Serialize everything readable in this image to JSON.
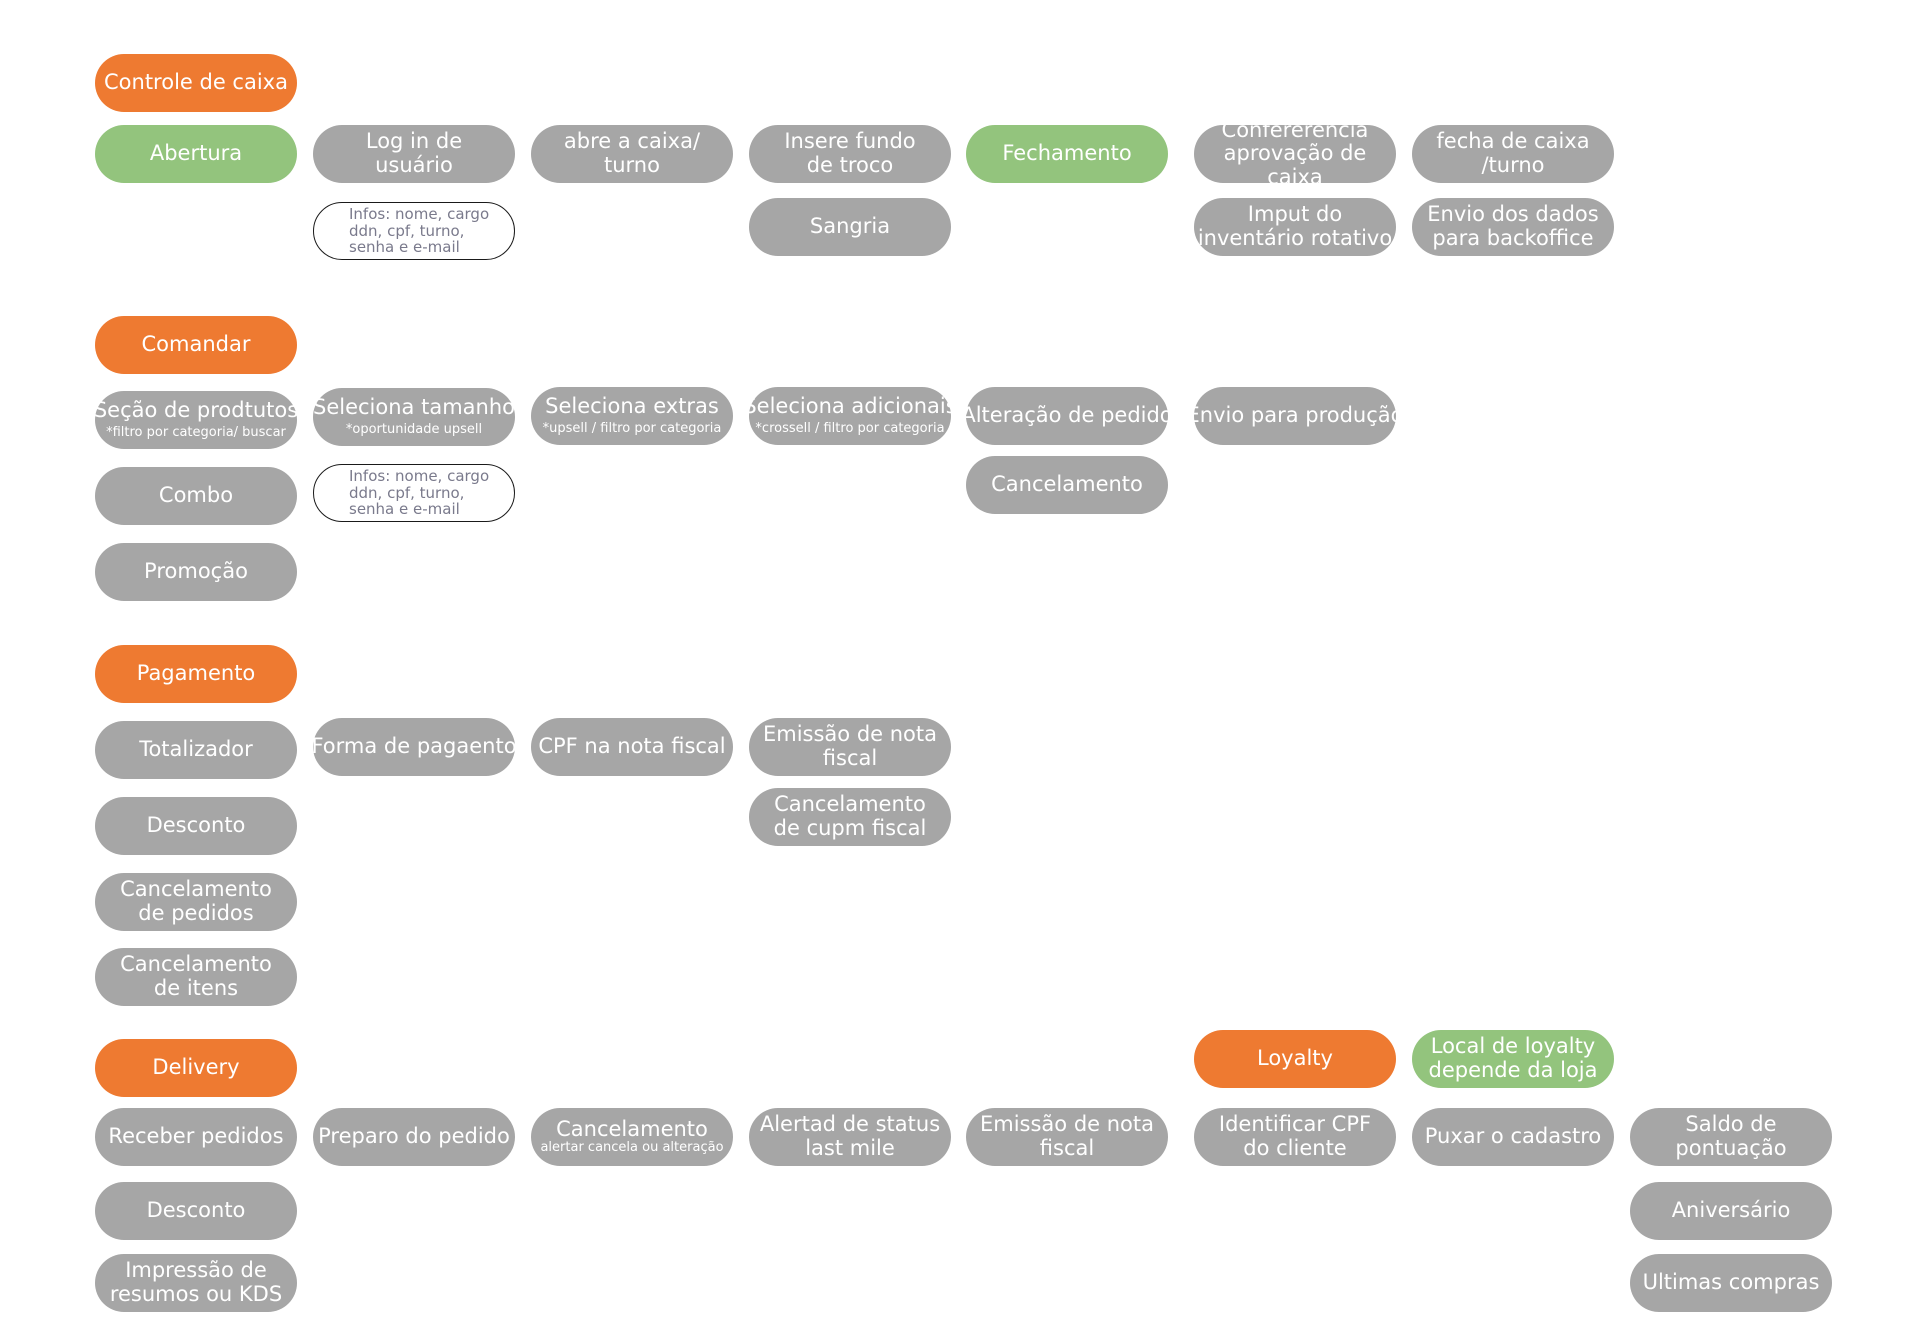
{
  "controle": {
    "header": "Controle de caixa",
    "abertura": "Abertura",
    "login": "Log in de\nusuário",
    "login_info": "Infos: nome, cargo\nddn, cpf, turno,\nsenha e e-mail",
    "abre_caixa": "abre a caixa/\nturno",
    "insere_fundo": "Insere fundo\nde troco",
    "sangria": "Sangria",
    "fechamento": "Fechamento",
    "conferencia": "Confererencia\naprovação de caixa",
    "imput_inventario": "Imput do\ninventário rotativo",
    "fecha_caixa": "fecha de caixa\n/turno",
    "envio_backoffice": "Envio dos dados\npara backoffice"
  },
  "comandar": {
    "header": "Comandar",
    "secao_produtos": "Seção de prodtutos",
    "secao_produtos_note": "*filtro por categoria/ buscar",
    "combo": "Combo",
    "promocao": "Promoção",
    "seleciona_tamanho": "Seleciona tamanho",
    "seleciona_tamanho_note": "*oportunidade upsell",
    "info_box": "Infos: nome, cargo\nddn, cpf, turno,\nsenha e e-mail",
    "seleciona_extras": "Seleciona extras",
    "seleciona_extras_note": "*upsell / filtro por categoria",
    "seleciona_adicionais": "Seleciona adicionais",
    "seleciona_adicionais_note": "*crossell /  filtro por categoria",
    "alteracao_pedido": "Alteração de pedido",
    "cancelamento": "Cancelamento",
    "envio_producao": "Envio para produção"
  },
  "pagamento": {
    "header": "Pagamento",
    "totalizador": "Totalizador",
    "desconto": "Desconto",
    "cancelamento_pedidos": "Cancelamento\nde pedidos",
    "cancelamento_itens": "Cancelamento\nde itens",
    "forma_pagamento": "Forma de pagaento",
    "cpf_nota": "CPF na nota fiscal",
    "emissao_nota": "Emissão de nota\nfiscal",
    "cancelamento_cupom": "Cancelamento\nde cupm fiscal"
  },
  "delivery": {
    "header": "Delivery",
    "receber_pedidos": "Receber pedidos",
    "desconto": "Desconto",
    "impressao": "Impressão de\nresumos ou KDS",
    "preparo_pedido": "Preparo do pedido",
    "cancelamento": "Cancelamento",
    "cancelamento_note": "alertar cancela ou alteração",
    "alerta_status": "Alertad de status\nlast mile",
    "emissao_nota": "Emissão de nota\nfiscal"
  },
  "loyalty": {
    "header": "Loyalty",
    "local": "Local de loyalty\ndepende da loja",
    "identificar_cpf": "Identificar CPF\ndo cliente",
    "puxar_cadastro": "Puxar o cadastro",
    "saldo_pontuacao": "Saldo de\npontuação",
    "aniversario": "Aniversário",
    "ultimas_compras": "Ultimas compras"
  },
  "colors": {
    "orange": "#ee7a31",
    "green": "#93c47d",
    "gray": "#a6a6a6",
    "note_text": "#7a7a8c"
  }
}
